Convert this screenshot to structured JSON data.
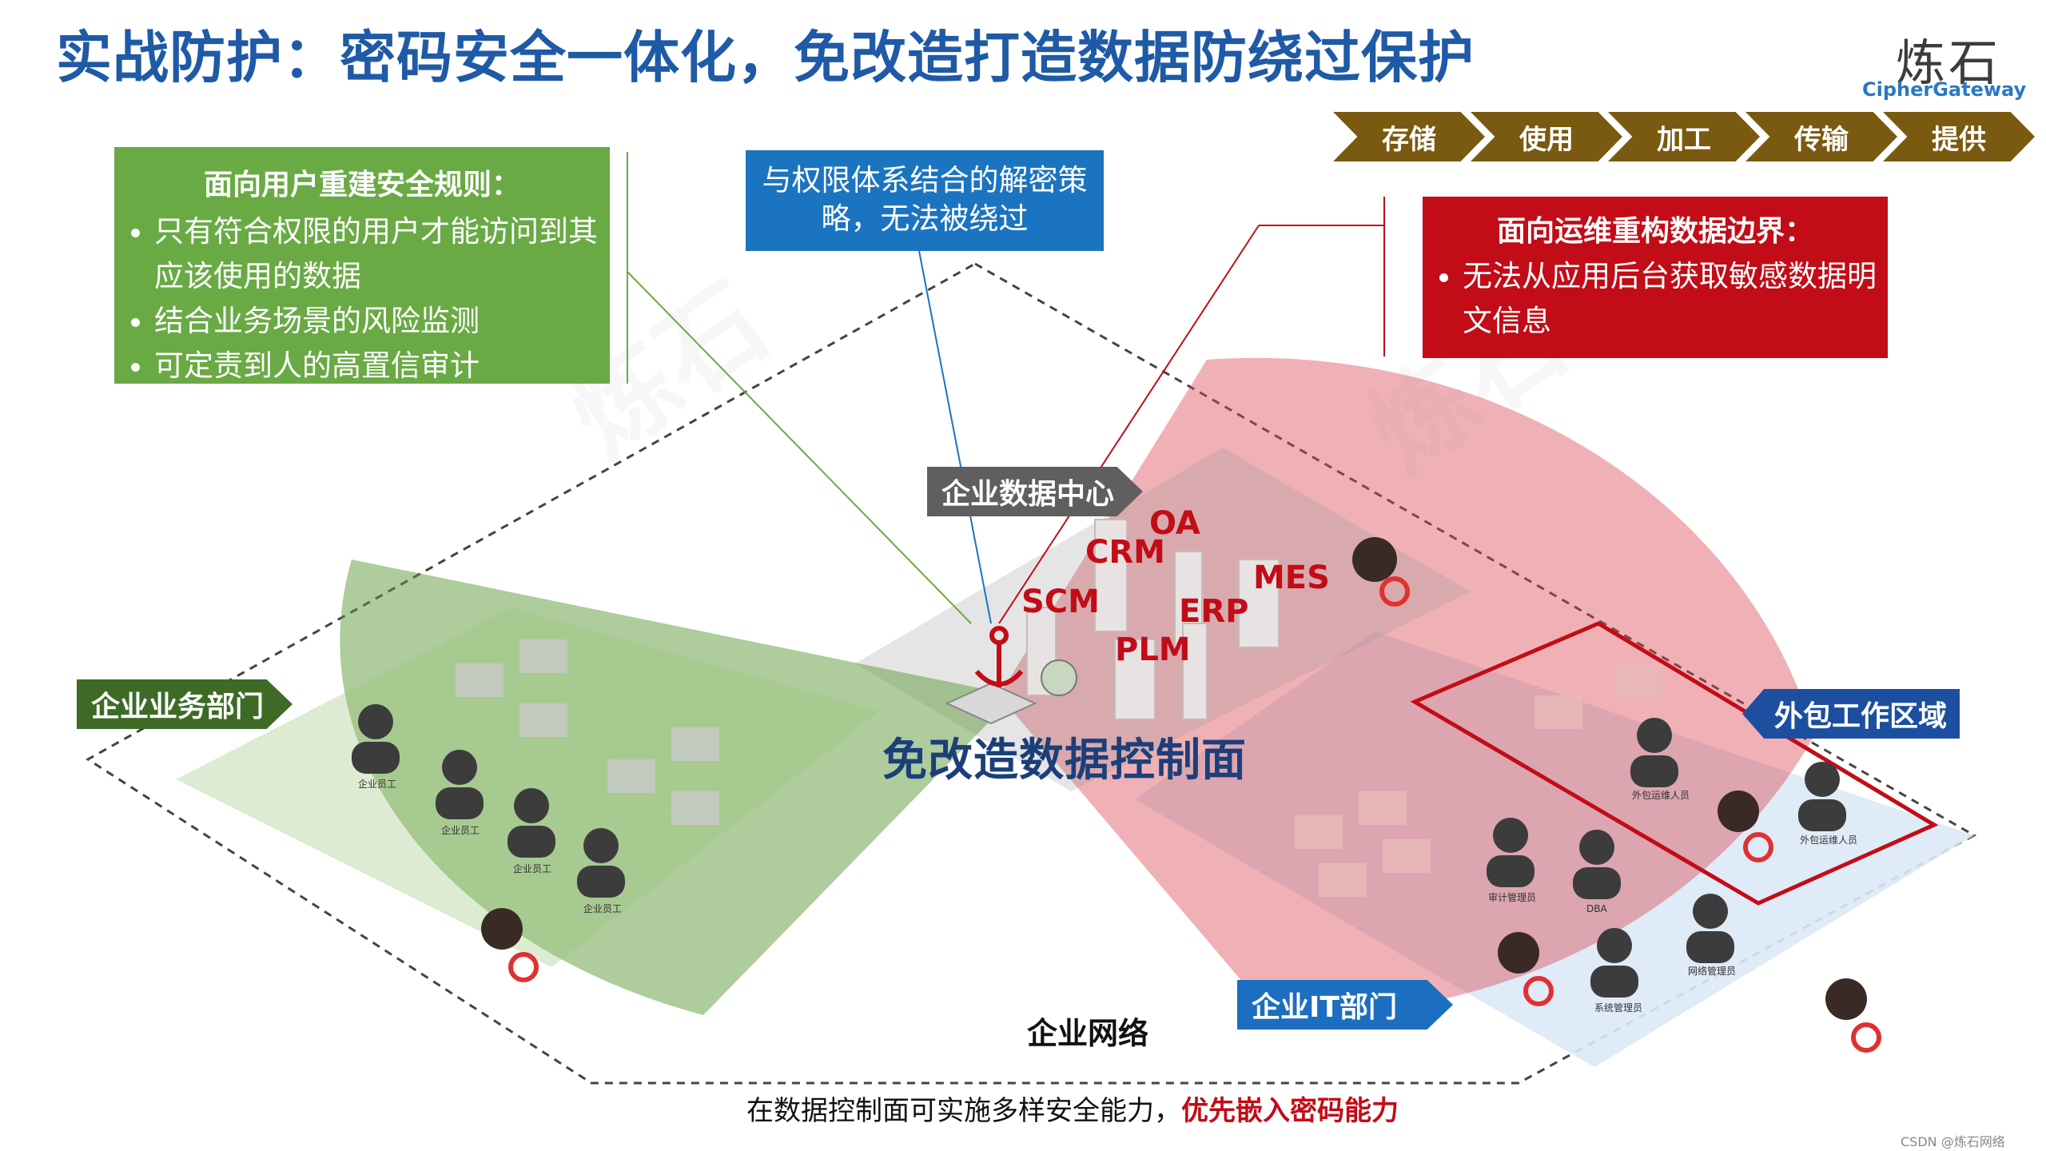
{
  "header": {
    "title": "实战防护：密码安全一体化，免改造打造数据防绕过保护"
  },
  "logo": {
    "cn": "炼石",
    "en": "CipherGateway"
  },
  "pipeline": [
    "存储",
    "使用",
    "加工",
    "传输",
    "提供"
  ],
  "green_box": {
    "heading": "面向用户重建安全规则：",
    "items": [
      "只有符合权限的用户才能访问到其应该使用的数据",
      "结合业务场景的风险监测",
      "可定责到人的高置信审计"
    ]
  },
  "blue_box": {
    "text": "与权限体系结合的解密策略，无法被绕过"
  },
  "red_box": {
    "heading": "面向运维重构数据边界：",
    "items": [
      "无法从应用后台获取敏感数据明文信息"
    ]
  },
  "labels": {
    "data_center": "企业数据中心",
    "business_dept": "企业业务部门",
    "outsource": "外包工作区域",
    "it_dept": "企业IT部门",
    "control_plane": "免改造数据控制面",
    "network": "企业网络"
  },
  "apps": [
    "OA",
    "CRM",
    "SCM",
    "ERP",
    "MES",
    "PLM"
  ],
  "people": {
    "employee": "企业员工",
    "audit_admin": "审计管理员",
    "dba": "DBA",
    "system_admin": "系统管理员",
    "network_admin": "网络管理员",
    "outsource_ops": "外包运维人员"
  },
  "bottom_note": {
    "normal": "在数据控制面可实施多样安全能力，",
    "highlight": "优先嵌入密码能力"
  },
  "footer": {
    "credit": "CSDN @炼石网络"
  },
  "colors": {
    "title": "#1f5aa6",
    "green": "#6aaa45",
    "blue": "#1b74c0",
    "red": "#c20c17",
    "chevron": "#7a5a10",
    "dark_green_tag": "#3d6b26"
  }
}
